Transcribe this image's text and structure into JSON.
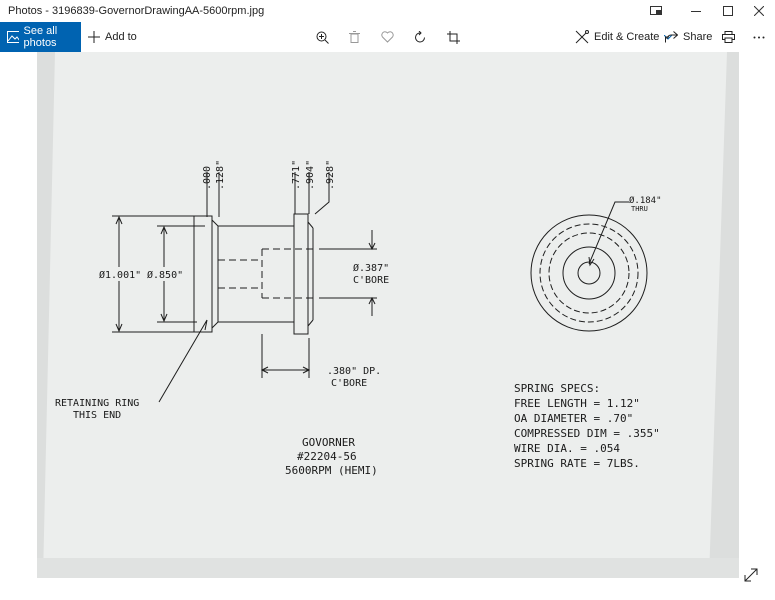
{
  "window": {
    "title": "Photos - 3196839-GovernorDrawingAA-5600rpm.jpg"
  },
  "toolbar": {
    "see_all_label": "See all photos",
    "add_to_label": "Add to",
    "edit_create_label": "Edit & Create",
    "share_label": "Share"
  },
  "drawing": {
    "dim_000": ".000",
    "dim_128": ".128\"",
    "dim_771": ".771\"",
    "dim_904": ".904\"",
    "dim_928": ".928\"",
    "dia_1001": "Ø1.001\"",
    "dia_850": "Ø.850\"",
    "dia_387": "Ø.387\"",
    "cbore_1": "C'BORE",
    "dp_380": ".380\" DP.",
    "cbore_2": "C'BORE",
    "retaining_1": "RETAINING RING",
    "retaining_2": "THIS END",
    "thru_dia": "Ø.184\"",
    "thru_label": "THRU",
    "part_name": "GOVORNER",
    "part_number": "#22204-56",
    "part_rpm": "5600RPM (HEMI)",
    "spring_title": "SPRING SPECS:",
    "spring_free": "FREE LENGTH = 1.12\"",
    "spring_od": "OA DIAMETER = .70\"",
    "spring_comp": "COMPRESSED DIM = .355\"",
    "spring_wire": "WIRE DIA. = .054",
    "spring_rate": "SPRING RATE = 7LBS."
  }
}
